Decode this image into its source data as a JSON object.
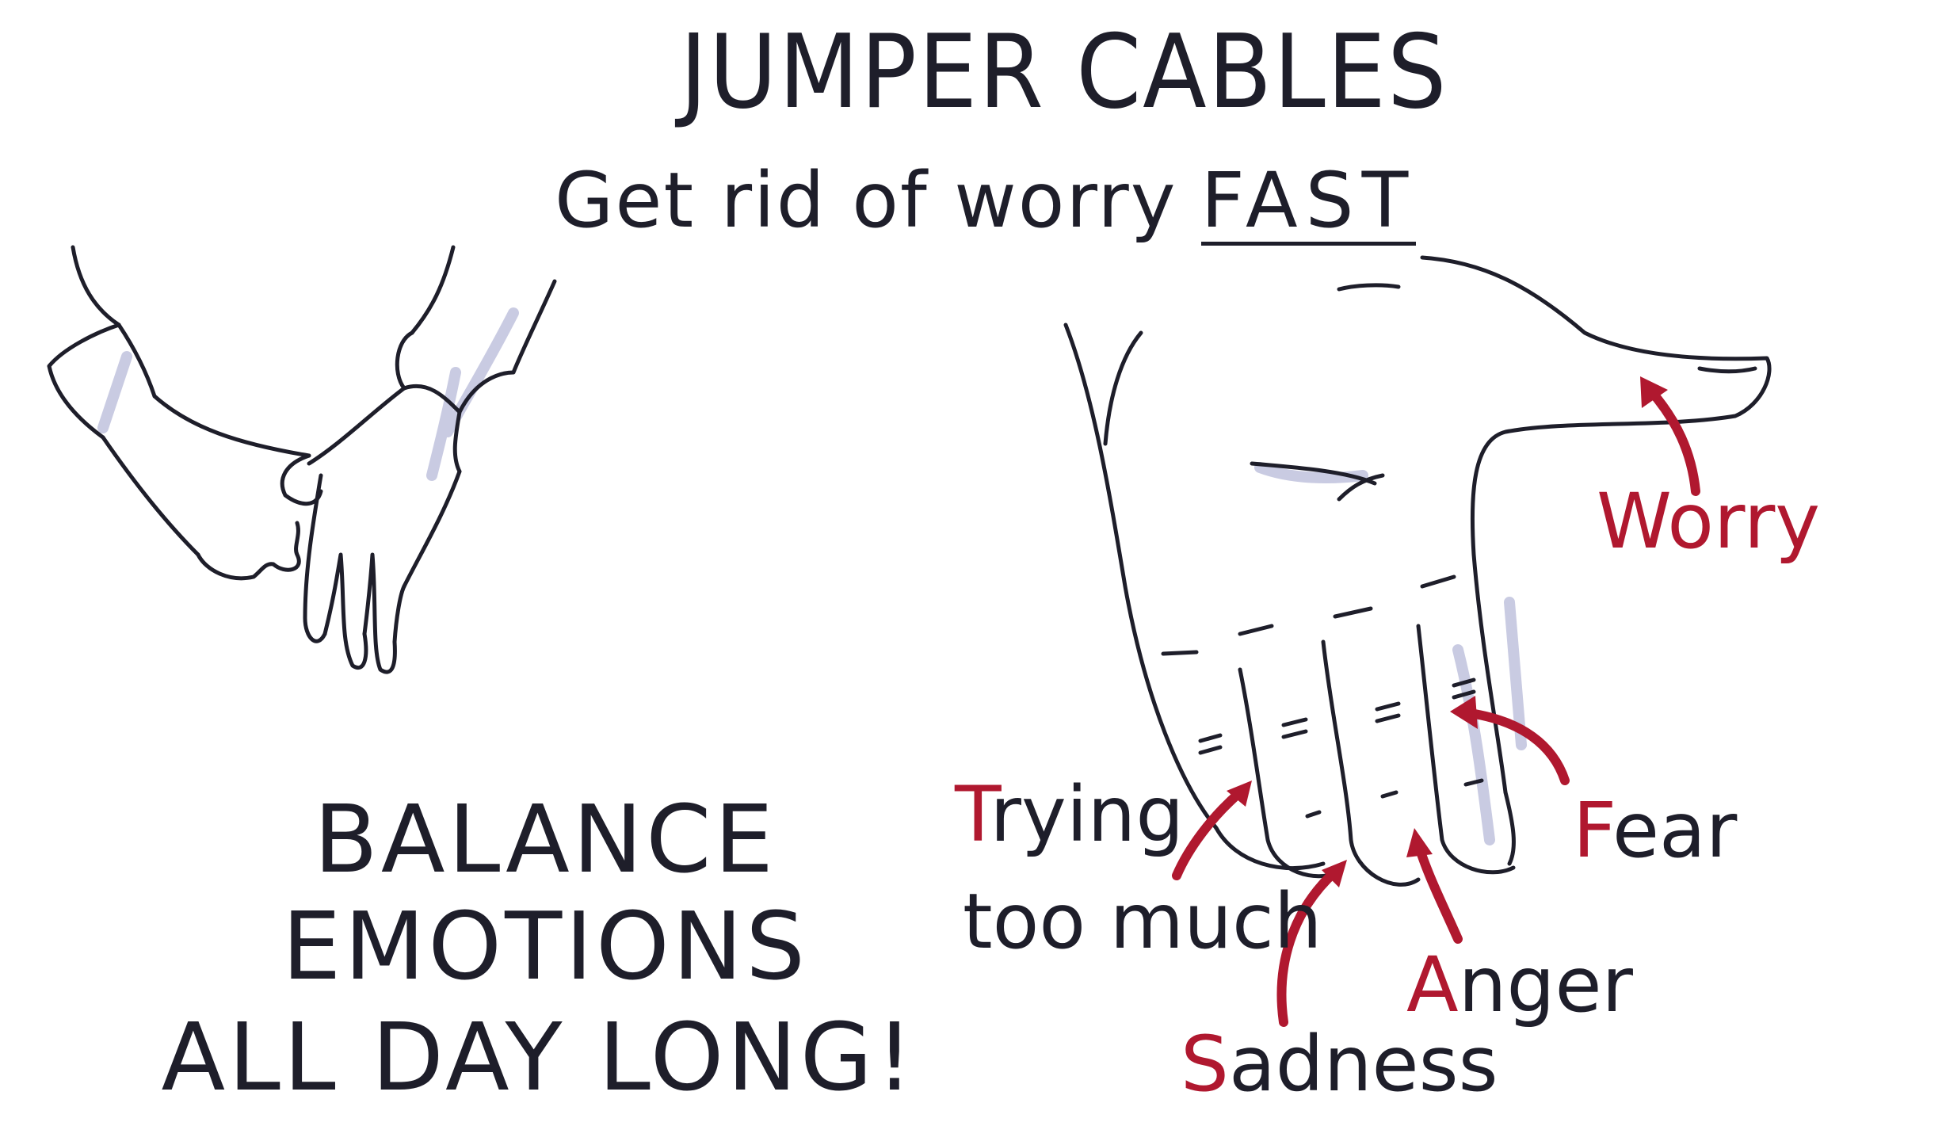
{
  "title": "JUMPER CABLES",
  "subtitle": {
    "lead": "Get rid of worry",
    "emphasis": "FAST"
  },
  "message": {
    "line1": "BALANCE",
    "line2": "EMOTIONS",
    "line3": "ALL DAY LONG!"
  },
  "finger_labels": [
    {
      "finger": "thumb",
      "first": "W",
      "rest": "orry"
    },
    {
      "finger": "index",
      "first": "F",
      "rest": "ear"
    },
    {
      "finger": "middle",
      "first": "A",
      "rest": "nger"
    },
    {
      "finger": "ring",
      "first": "S",
      "rest": "adness"
    },
    {
      "finger": "little",
      "first": "T",
      "rest": "rying",
      "line2": "too much"
    }
  ],
  "colors": {
    "ink": "#1e1e2a",
    "accent": "#b0182f",
    "shade": "#c9cbe2"
  }
}
